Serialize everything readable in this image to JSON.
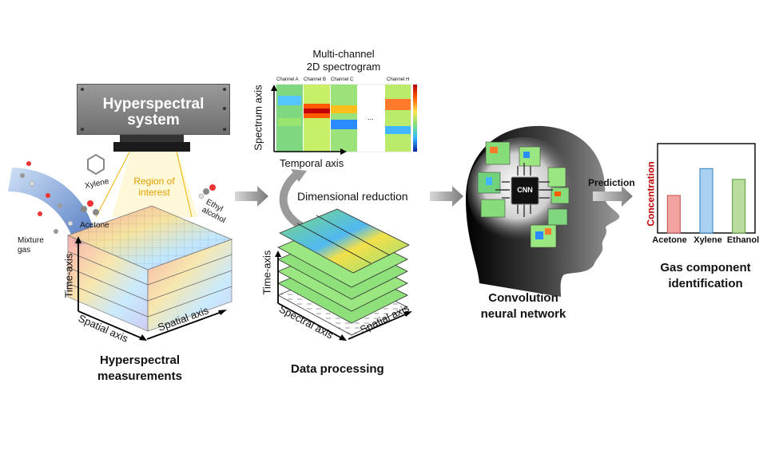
{
  "hyperspectral_system": {
    "line1": "Hyperspectral",
    "line2": "system"
  },
  "region_of_interest": {
    "line1": "Region of",
    "line2": "interest"
  },
  "gases": {
    "xylene": "Xylene",
    "acetone": "Acetone",
    "ethyl_line1": "Ethyl",
    "ethyl_line2": "alcohol",
    "mixture_line1": "Mixture",
    "mixture_line2": "gas"
  },
  "cube_axes": {
    "time": "Time-axis",
    "spatial_left": "Spatial axis",
    "spatial_right": "Spatial axis"
  },
  "stage1_caption": {
    "line1": "Hyperspectral",
    "line2": "measurements"
  },
  "spectrogram": {
    "title_line1": "Multi-channel",
    "title_line2": "2D spectrogram",
    "channels": [
      "Channel A",
      "Channel B",
      "Channel C",
      "Channel H"
    ],
    "ellipsis": "...",
    "y_axis": "Spectrum axis",
    "x_axis": "Temporal axis"
  },
  "dimensional_reduction": "Dimensional reduction",
  "stack_axes": {
    "time": "Time-axis",
    "spectral": "Spectral axis",
    "spatial": "Spatial axis"
  },
  "stage2_caption": "Data processing",
  "cnn": {
    "chip": "CNN",
    "caption_line1": "Convolution",
    "caption_line2": "neural network"
  },
  "prediction": "Prediction",
  "chart_data": {
    "type": "bar",
    "categories": [
      "Acetone",
      "Xylene",
      "Ethanol"
    ],
    "values": [
      4.2,
      7.2,
      6.0
    ],
    "ylim": [
      0,
      10
    ],
    "ylabel": "Concentration",
    "xlabel": "",
    "bar_colors": [
      "#f4a3a3",
      "#a9d1f2",
      "#b9dc9f"
    ],
    "bar_strokes": [
      "#c0504d",
      "#2f7fc1",
      "#5c9a3a"
    ],
    "ylabel_color": "#c00000"
  },
  "stage4_caption": {
    "line1": "Gas component",
    "line2": "identification"
  }
}
